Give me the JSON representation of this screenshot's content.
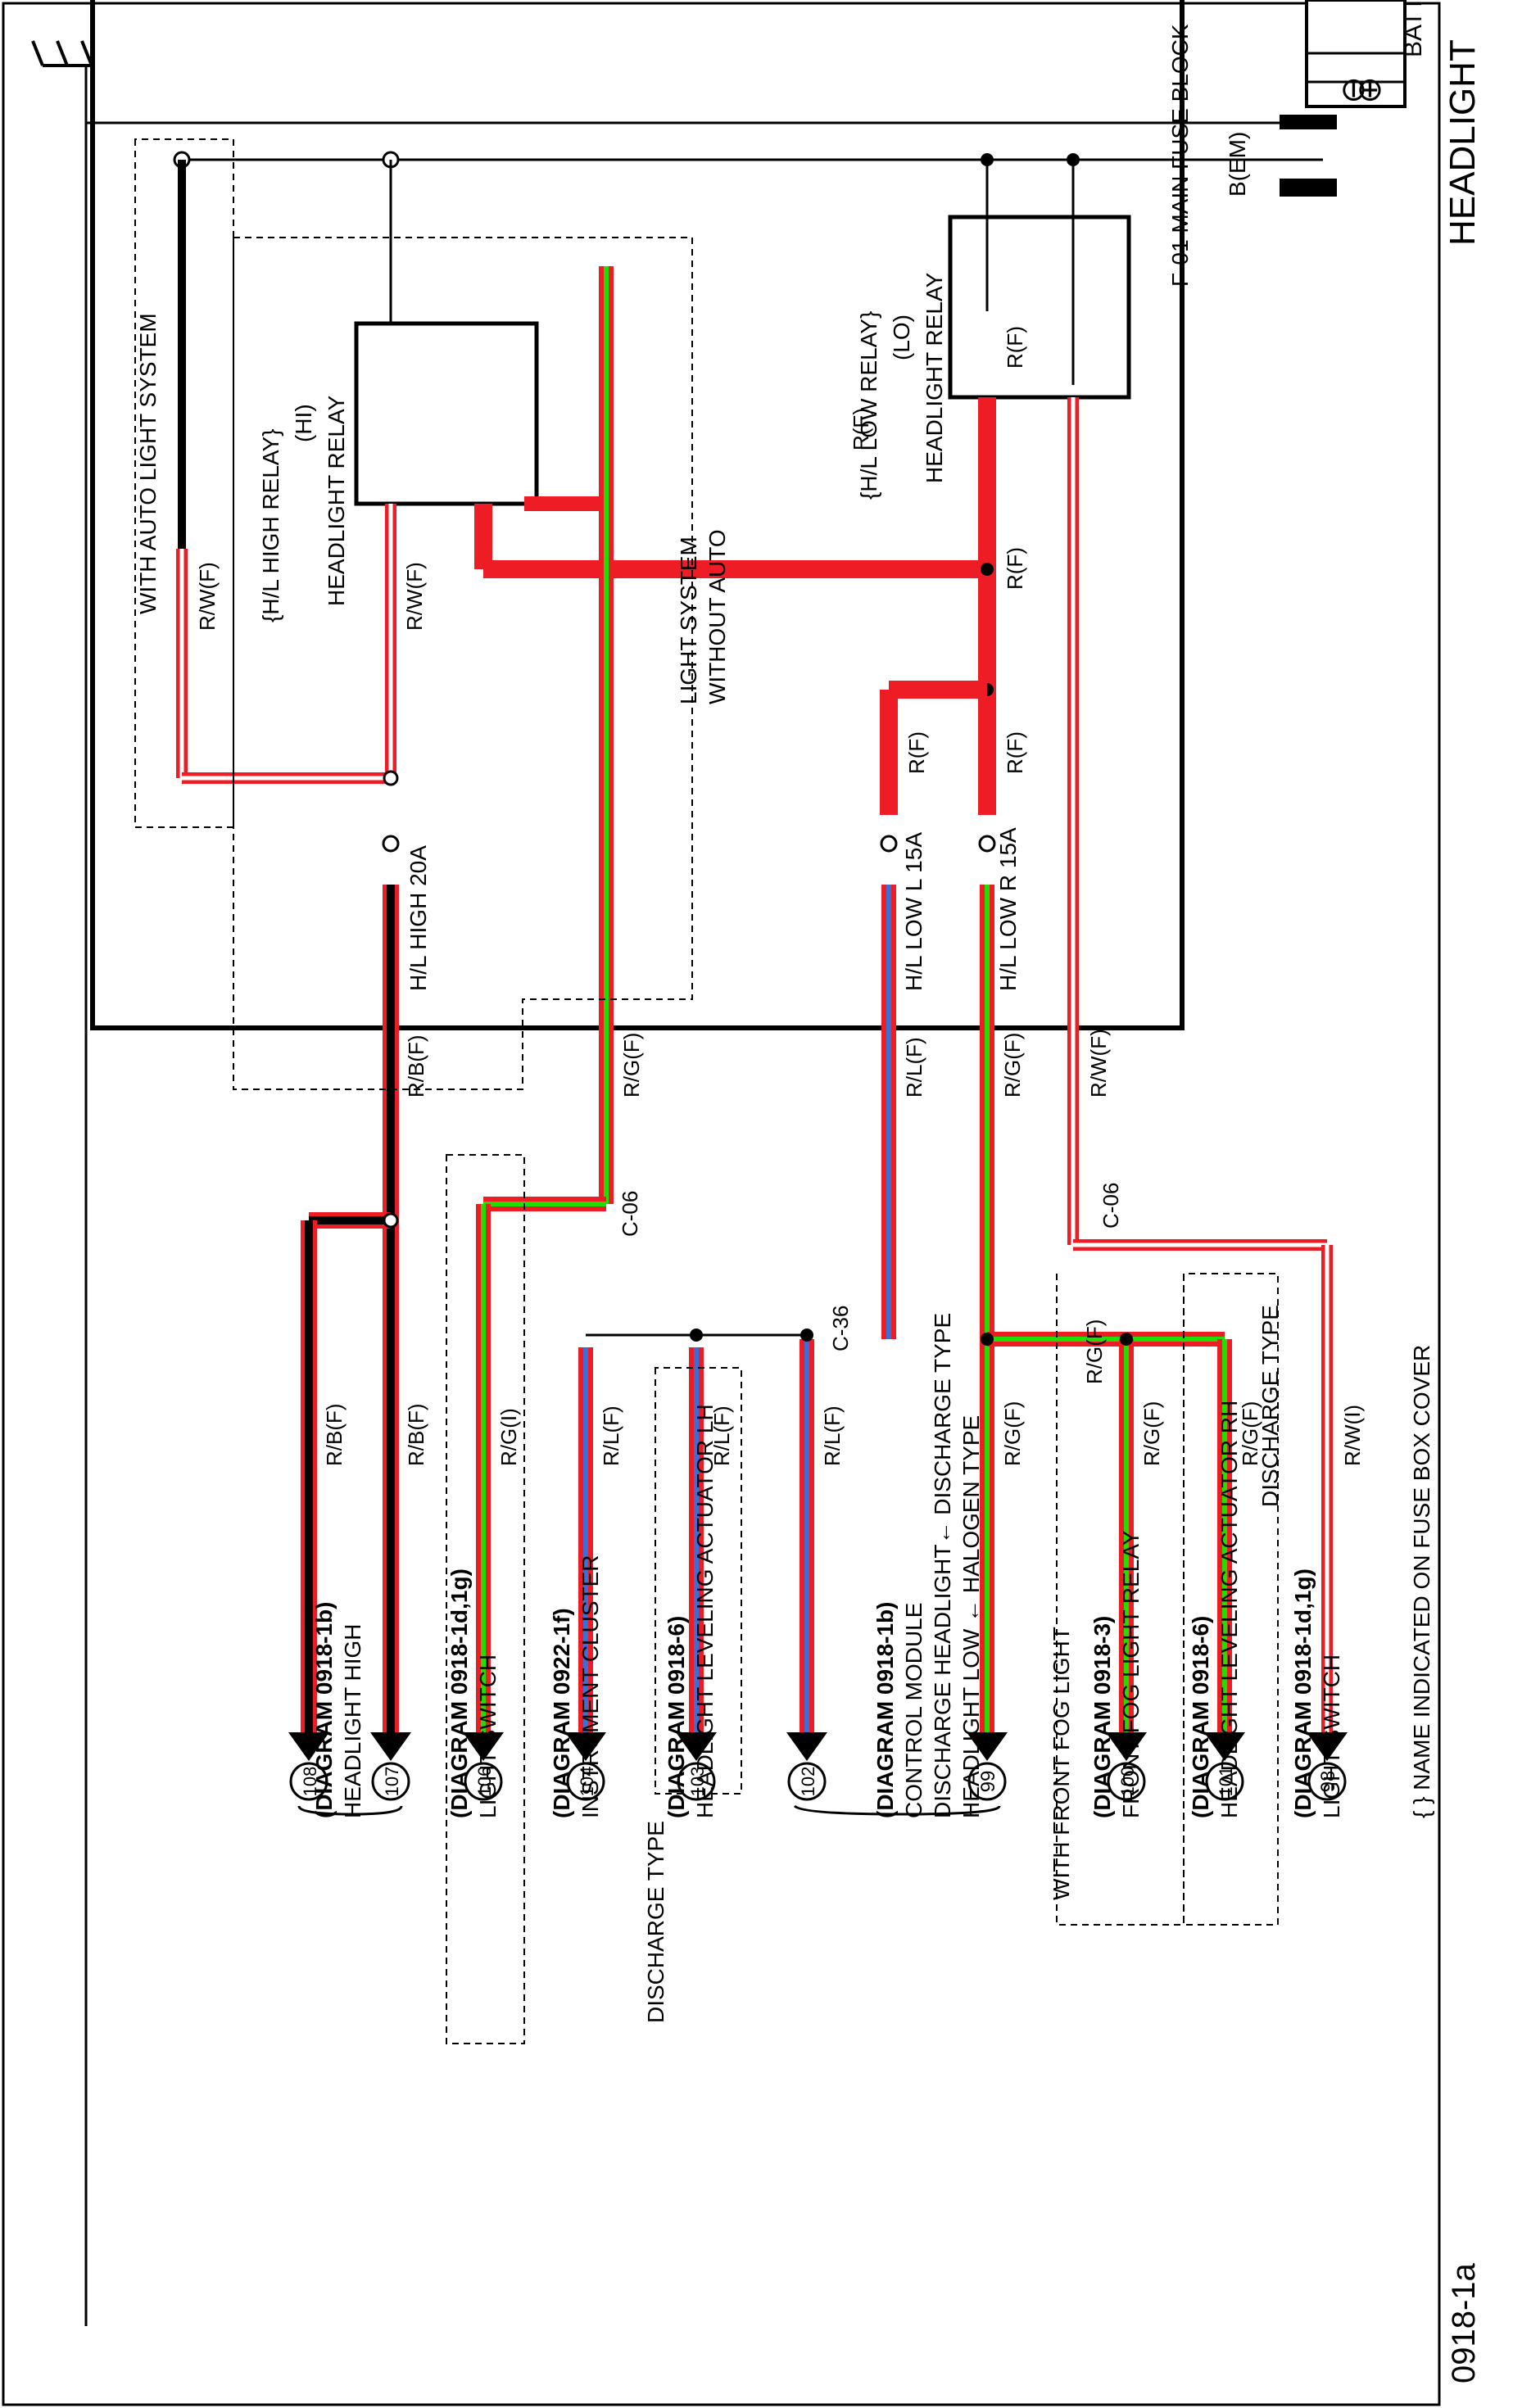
{
  "page": {
    "title": "HEADLIGHT",
    "diagram_no": "0918-1a"
  },
  "colors": {
    "red": "#ee1c25",
    "green": "#22dd00",
    "blue": "#3b6fd6",
    "black": "#000000",
    "white": "#ffffff"
  },
  "battery": {
    "label": "BATTERY",
    "minus": "⊖",
    "plus": "⊕",
    "main_wire": "B(EM)"
  },
  "fuse_block": {
    "label": "F-01  MAIN FUSE BLOCK"
  },
  "relays": {
    "lo": {
      "line1": "HEADLIGHT RELAY",
      "line2": "(LO)",
      "line3": "{H/L LOW RELAY}"
    },
    "hi": {
      "line1": "HEADLIGHT RELAY",
      "line2": "(HI)",
      "line3": "{H/L HIGH RELAY}"
    }
  },
  "fuses": {
    "low_r": "H/L LOW R 15A",
    "low_l": "H/L LOW L 15A",
    "high": "H/L HIGH 20A"
  },
  "options": {
    "with_auto": "WITH AUTO LIGHT SYSTEM",
    "without_auto_1": "WITHOUT AUTO",
    "without_auto_2": "LIGHT SYSTEM",
    "with_front_fog": "WITH FRONT FOG LIGHT",
    "discharge_type": "DISCHARGE TYPE"
  },
  "connectors": {
    "c06": "C-06",
    "c36": "C-36"
  },
  "wires": {
    "rf": "R(F)",
    "rwf": "R/W(F)",
    "rgf": "R/G(F)",
    "rlf": "R/L(F)",
    "rbf": "R/B(F)",
    "rwi": "R/W(I)",
    "rgi": "R/G(I)"
  },
  "destinations": [
    {
      "num": "98",
      "name": "LIGHT SWITCH",
      "diagram": "(DIAGRAM  0918-1d,1g)"
    },
    {
      "num": "101",
      "name": "HEADLIGHT LEVELING ACTUATOR RH",
      "diagram": "(DIAGRAM  0918-6)"
    },
    {
      "num": "100",
      "name": "FRONT FOG LIGHT RELAY",
      "diagram": "(DIAGRAM  0918-3)"
    },
    {
      "num": "99",
      "name": "",
      "diagram": ""
    },
    {
      "num": "102",
      "name": "",
      "diagram": "(DIAGRAM  0918-1b)"
    },
    {
      "num": "103",
      "name": "HEADLIGHT LEVELING ACTUATOR LH",
      "diagram": "(DIAGRAM  0918-6)"
    },
    {
      "num": "104",
      "name": "INSTRUMENT CLUSTER",
      "diagram": "(DIAGRAM  0922-1f)"
    },
    {
      "num": "106",
      "name": "LIGHT SWITCH",
      "diagram": "(DIAGRAM  0918-1d,1g)"
    },
    {
      "num": "107",
      "name": "",
      "diagram": ""
    },
    {
      "num": "108",
      "name": "",
      "diagram": ""
    }
  ],
  "group_99_102": {
    "line1": "HEADLIGHT LOW ← HALOGEN TYPE",
    "line2": "DISCHARGE HEADLIGHT← DISCHARGE TYPE",
    "line3": "CONTROL MODULE"
  },
  "group_107_108": {
    "name": "HEADLIGHT HIGH",
    "diagram": "(DIAGRAM  0918-1b)"
  },
  "notes": {
    "name_note": "{ } NAME INDICATED ON FUSE BOX COVER"
  }
}
